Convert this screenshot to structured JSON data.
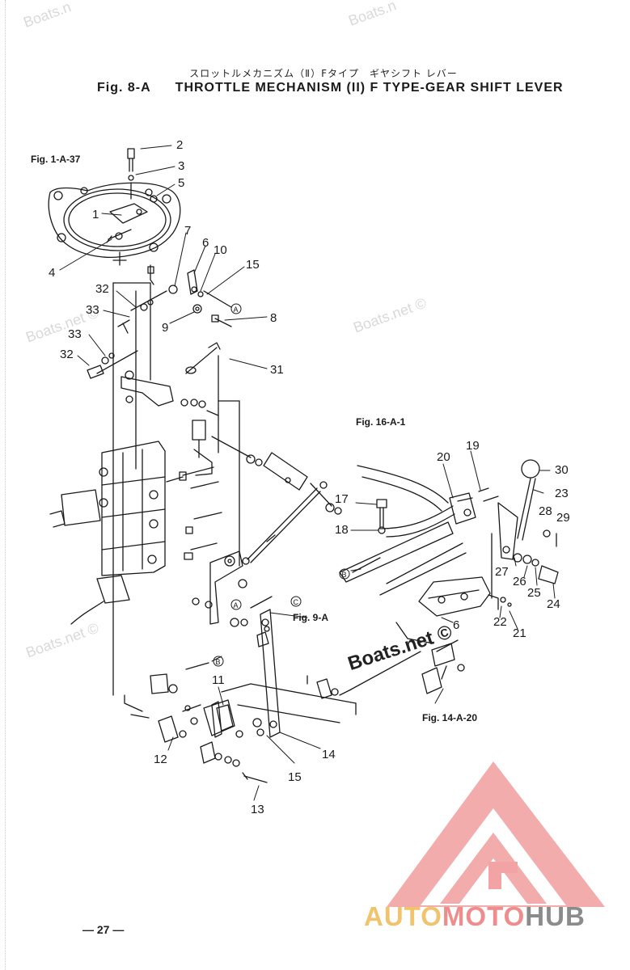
{
  "header": {
    "jp_title": "スロットルメカニズム（Ⅱ）Fタイプ　ギヤシフト レバー",
    "fig_no": "Fig. 8-A",
    "title": "THROTTLE MECHANISM (II) F TYPE-GEAR SHIFT LEVER"
  },
  "refs": {
    "r1": "Fig. 1-A-37",
    "r2": "Fig. 16-A-1",
    "r3": "Fig. 9-A",
    "r4": "Fig. 14-A-20"
  },
  "callouts": {
    "c1": "1",
    "c2": "2",
    "c3": "3",
    "c4": "4",
    "c5": "5",
    "c6": "6",
    "c7": "7",
    "c8": "8",
    "c9": "9",
    "c10": "10",
    "c11": "11",
    "c12": "12",
    "c13": "13",
    "c14": "14",
    "c15a": "15",
    "c15b": "15",
    "c17": "17",
    "c18": "18",
    "c19": "19",
    "c20": "20",
    "c21": "21",
    "c22": "22",
    "c23": "23",
    "c24": "24",
    "c25": "25",
    "c26": "26",
    "c27": "27",
    "c28": "28",
    "c29": "29",
    "c30": "30",
    "c31": "31",
    "c32a": "32",
    "c32b": "32",
    "c33a": "33",
    "c33b": "33",
    "c6b": "6"
  },
  "markers": {
    "A": "A",
    "B": "B",
    "C": "C"
  },
  "watermarks": {
    "w1": "Boats.n",
    "w2": "Boats.n",
    "w3": "Boats.net ©",
    "w4": "Boats.net ©",
    "w5": "Boats.net ©",
    "w6": "Boats.net ©"
  },
  "boats_stamp": "Boats.net ©",
  "page": {
    "number": "— 27 —"
  },
  "logo": {
    "auto": "AUTO",
    "moto": "MOTO",
    "hub": "HUB",
    "accent": "#ef8c8c",
    "gold": "#f1c36d",
    "grey": "#8b8b8b"
  }
}
